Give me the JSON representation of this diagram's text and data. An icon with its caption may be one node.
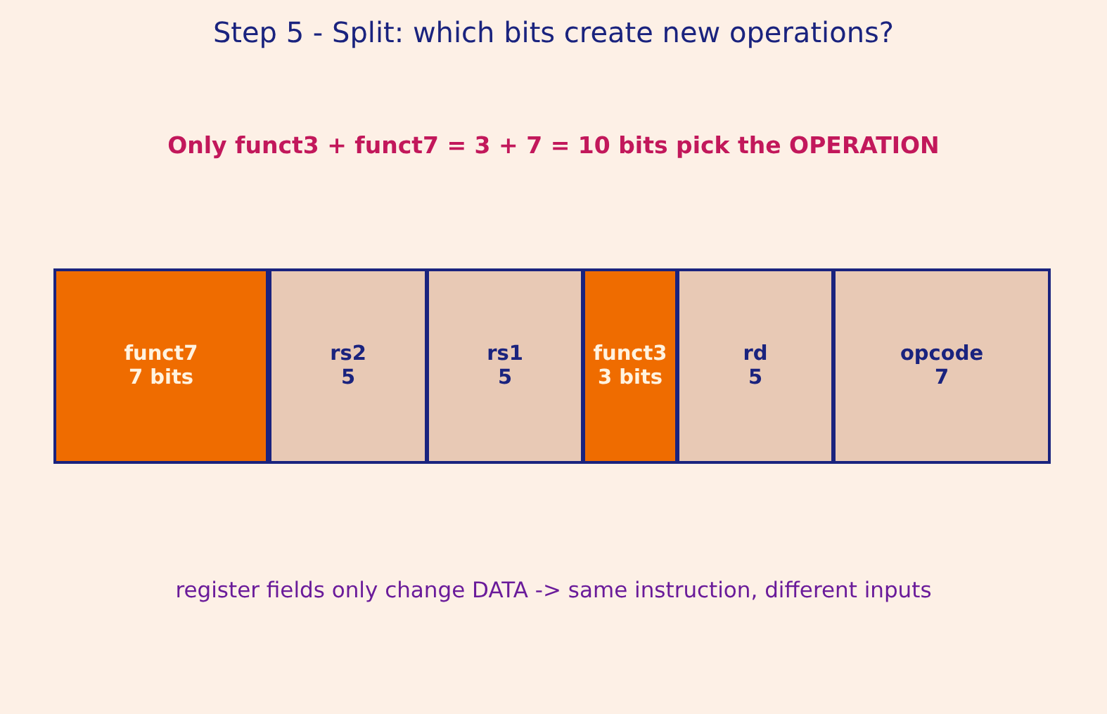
{
  "diagram": {
    "title": "Step 5 - Split: which bits create new operations?",
    "nodes": [
      {
        "text": [
          "funct7",
          "7 bits"
        ]
      },
      {
        "text": [
          "rs2",
          "5"
        ]
      },
      {
        "text": [
          "rs1",
          "5"
        ]
      },
      {
        "text": [
          "funct3",
          "3 bits"
        ]
      },
      {
        "text": [
          "rd",
          "5"
        ]
      },
      {
        "text": [
          "opcode",
          "7"
        ]
      }
    ],
    "labels": [
      "Only funct3 + funct7 = 3 + 7 = 10 bits pick the OPERATION",
      "register fields only change DATA -> same instruction, different inputs"
    ]
  }
}
